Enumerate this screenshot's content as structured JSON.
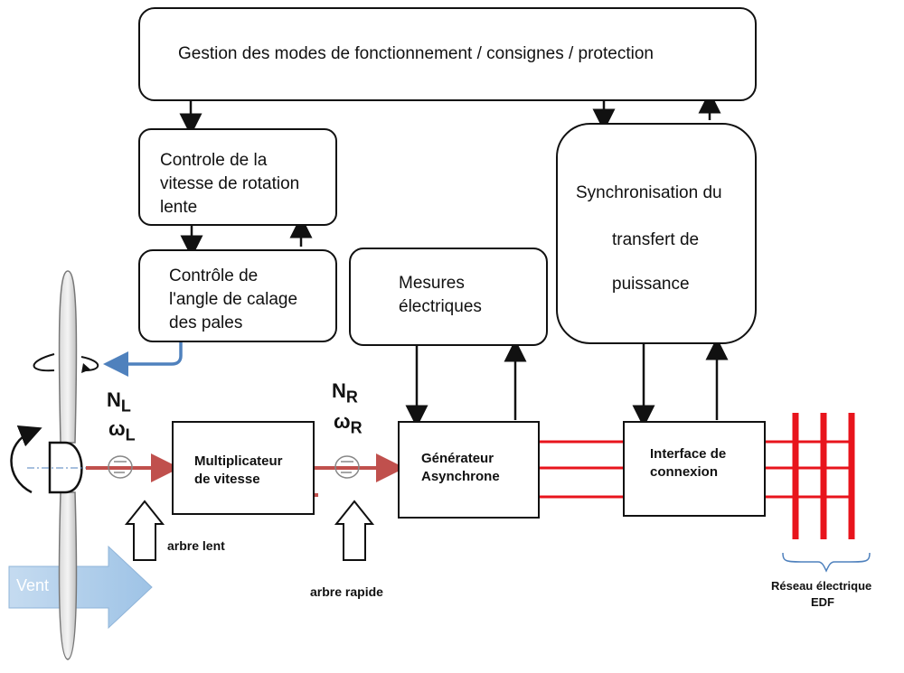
{
  "blocks": {
    "gestion": "Gestion des modes de fonctionnement / consignes / protection",
    "controle_vitesse": [
      "Controle de la",
      "vitesse de rotation",
      "lente"
    ],
    "controle_angle": [
      "Contrôle de",
      "l'angle de calage",
      "des pales"
    ],
    "mesures": [
      "Mesures",
      "électriques"
    ],
    "synchronisation": [
      "Synchronisation du",
      "transfert de",
      "puissance"
    ],
    "multiplicateur": [
      "Multiplicateur",
      "de vitesse"
    ],
    "generateur": [
      "Générateur",
      "Asynchrone"
    ],
    "interface": [
      "Interface de",
      "connexion"
    ]
  },
  "symbols": {
    "n_l": "N",
    "n_l_sub": "L",
    "omega_l": "ω",
    "omega_l_sub": "L",
    "n_r": "N",
    "n_r_sub": "R",
    "omega_r": "ω",
    "omega_r_sub": "R"
  },
  "labels": {
    "arbre_lent": "arbre lent",
    "arbre_rapide": "arbre rapide",
    "vent": "Vent",
    "reseau": [
      "Réseau électrique",
      "EDF"
    ]
  },
  "colors": {
    "shaft": "#c0504d",
    "power_line": "#e8141c",
    "pitch_arrow": "#4f81bd",
    "wind": "#9ec3e6"
  }
}
